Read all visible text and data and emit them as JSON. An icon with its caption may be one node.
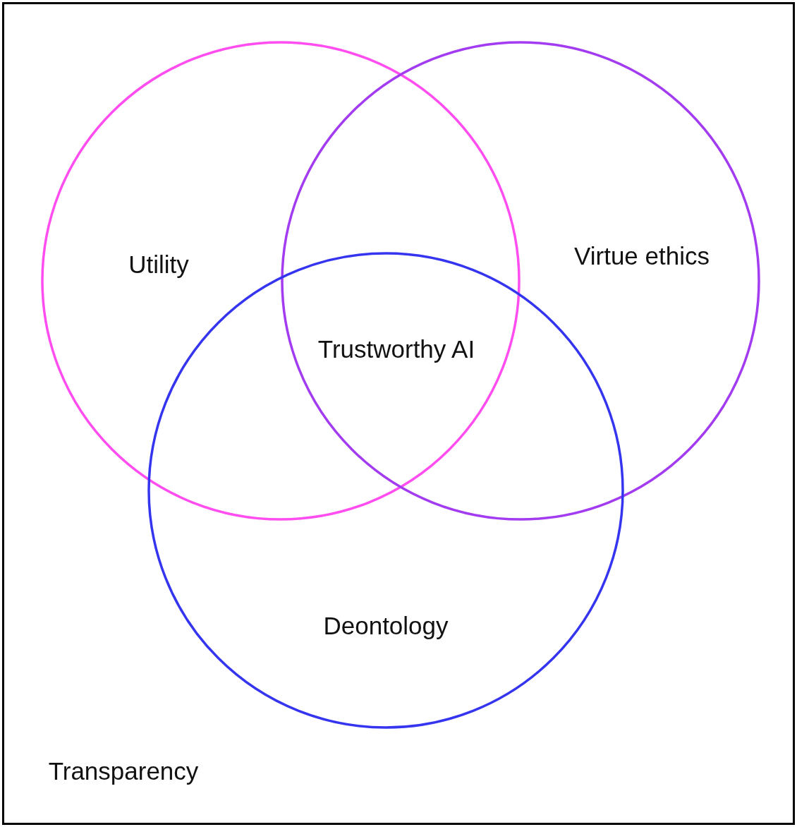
{
  "diagram": {
    "nodes": [
      {
        "text": [
          "Transparency"
        ]
      },
      {
        "text": [
          "Utility"
        ],
        "in": 0
      },
      {
        "text": [
          "Virtue ethics"
        ],
        "in": 0
      },
      {
        "text": [
          "Deontology"
        ],
        "in": 0
      }
    ],
    "labels": [
      "Trustworthy AI"
    ]
  }
}
